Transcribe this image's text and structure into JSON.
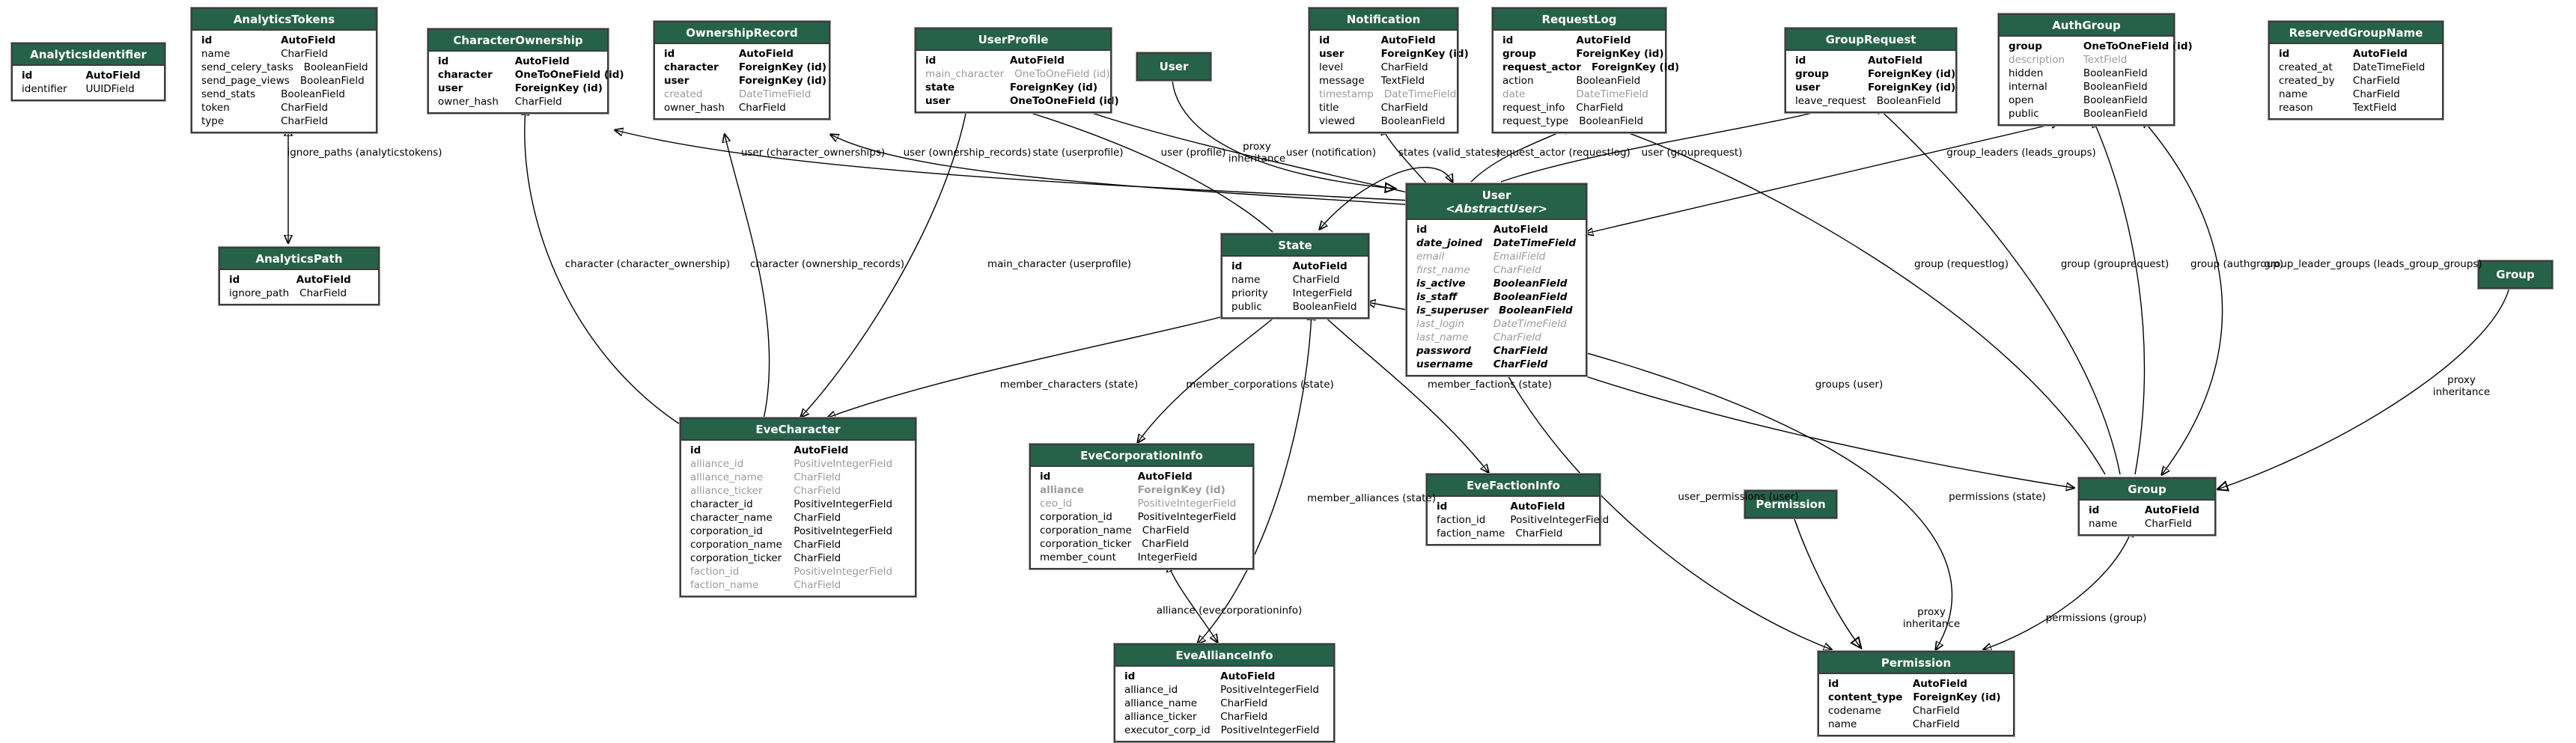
{
  "diagram": {
    "kind": "django-model-graph",
    "colors": {
      "header_bg": "#26614a",
      "header_text": "#ffffff",
      "muted_text": "#9b9b9b",
      "edge": "#000000"
    },
    "tables": [
      {
        "id": "analyticsidentifier",
        "name": "AnalyticsIdentifier",
        "fields": [
          {
            "n": "id",
            "t": "AutoField",
            "s": "bold"
          },
          {
            "n": "identifier",
            "t": "UUIDField",
            "s": "normal"
          }
        ]
      },
      {
        "id": "analyticstokens",
        "name": "AnalyticsTokens",
        "fields": [
          {
            "n": "id",
            "t": "AutoField",
            "s": "bold"
          },
          {
            "n": "name",
            "t": "CharField",
            "s": "normal"
          },
          {
            "n": "send_celery_tasks",
            "t": "BooleanField",
            "s": "normal"
          },
          {
            "n": "send_page_views",
            "t": "BooleanField",
            "s": "normal"
          },
          {
            "n": "send_stats",
            "t": "BooleanField",
            "s": "normal"
          },
          {
            "n": "token",
            "t": "CharField",
            "s": "normal"
          },
          {
            "n": "type",
            "t": "CharField",
            "s": "normal"
          }
        ]
      },
      {
        "id": "characterownership",
        "name": "CharacterOwnership",
        "fields": [
          {
            "n": "id",
            "t": "AutoField",
            "s": "bold"
          },
          {
            "n": "character",
            "t": "OneToOneField (id)",
            "s": "bold"
          },
          {
            "n": "user",
            "t": "ForeignKey (id)",
            "s": "bold"
          },
          {
            "n": "owner_hash",
            "t": "CharField",
            "s": "normal"
          }
        ]
      },
      {
        "id": "ownershiprecord",
        "name": "OwnershipRecord",
        "fields": [
          {
            "n": "id",
            "t": "AutoField",
            "s": "bold"
          },
          {
            "n": "character",
            "t": "ForeignKey (id)",
            "s": "bold"
          },
          {
            "n": "user",
            "t": "ForeignKey (id)",
            "s": "bold"
          },
          {
            "n": "created",
            "t": "DateTimeField",
            "s": "muted"
          },
          {
            "n": "owner_hash",
            "t": "CharField",
            "s": "normal"
          }
        ]
      },
      {
        "id": "userprofile",
        "name": "UserProfile",
        "fields": [
          {
            "n": "id",
            "t": "AutoField",
            "s": "bold"
          },
          {
            "n": "main_character",
            "t": "OneToOneField (id)",
            "s": "muted"
          },
          {
            "n": "state",
            "t": "ForeignKey (id)",
            "s": "bold"
          },
          {
            "n": "user",
            "t": "OneToOneField (id)",
            "s": "bold"
          }
        ]
      },
      {
        "id": "notification",
        "name": "Notification",
        "fields": [
          {
            "n": "id",
            "t": "AutoField",
            "s": "bold"
          },
          {
            "n": "user",
            "t": "ForeignKey (id)",
            "s": "bold"
          },
          {
            "n": "level",
            "t": "CharField",
            "s": "normal"
          },
          {
            "n": "message",
            "t": "TextField",
            "s": "normal"
          },
          {
            "n": "timestamp",
            "t": "DateTimeField",
            "s": "muted"
          },
          {
            "n": "title",
            "t": "CharField",
            "s": "normal"
          },
          {
            "n": "viewed",
            "t": "BooleanField",
            "s": "normal"
          }
        ]
      },
      {
        "id": "requestlog",
        "name": "RequestLog",
        "fields": [
          {
            "n": "id",
            "t": "AutoField",
            "s": "bold"
          },
          {
            "n": "group",
            "t": "ForeignKey (id)",
            "s": "bold"
          },
          {
            "n": "request_actor",
            "t": "ForeignKey (id)",
            "s": "bold"
          },
          {
            "n": "action",
            "t": "BooleanField",
            "s": "normal"
          },
          {
            "n": "date",
            "t": "DateTimeField",
            "s": "muted"
          },
          {
            "n": "request_info",
            "t": "CharField",
            "s": "normal"
          },
          {
            "n": "request_type",
            "t": "BooleanField",
            "s": "normal"
          }
        ]
      },
      {
        "id": "grouprequest",
        "name": "GroupRequest",
        "fields": [
          {
            "n": "id",
            "t": "AutoField",
            "s": "bold"
          },
          {
            "n": "group",
            "t": "ForeignKey (id)",
            "s": "bold"
          },
          {
            "n": "user",
            "t": "ForeignKey (id)",
            "s": "bold"
          },
          {
            "n": "leave_request",
            "t": "BooleanField",
            "s": "normal"
          }
        ]
      },
      {
        "id": "authgroup",
        "name": "AuthGroup",
        "fields": [
          {
            "n": "group",
            "t": "OneToOneField (id)",
            "s": "bold"
          },
          {
            "n": "description",
            "t": "TextField",
            "s": "muted"
          },
          {
            "n": "hidden",
            "t": "BooleanField",
            "s": "normal"
          },
          {
            "n": "internal",
            "t": "BooleanField",
            "s": "normal"
          },
          {
            "n": "open",
            "t": "BooleanField",
            "s": "normal"
          },
          {
            "n": "public",
            "t": "BooleanField",
            "s": "normal"
          }
        ]
      },
      {
        "id": "reservedgroupname",
        "name": "ReservedGroupName",
        "fields": [
          {
            "n": "id",
            "t": "AutoField",
            "s": "bold"
          },
          {
            "n": "created_at",
            "t": "DateTimeField",
            "s": "normal"
          },
          {
            "n": "created_by",
            "t": "CharField",
            "s": "normal"
          },
          {
            "n": "name",
            "t": "CharField",
            "s": "normal"
          },
          {
            "n": "reason",
            "t": "TextField",
            "s": "normal"
          }
        ]
      },
      {
        "id": "analyticspath",
        "name": "AnalyticsPath",
        "fields": [
          {
            "n": "id",
            "t": "AutoField",
            "s": "bold"
          },
          {
            "n": "ignore_path",
            "t": "CharField",
            "s": "normal"
          }
        ]
      },
      {
        "id": "state",
        "name": "State",
        "fields": [
          {
            "n": "id",
            "t": "AutoField",
            "s": "bold"
          },
          {
            "n": "name",
            "t": "CharField",
            "s": "normal"
          },
          {
            "n": "priority",
            "t": "IntegerField",
            "s": "normal"
          },
          {
            "n": "public",
            "t": "BooleanField",
            "s": "normal"
          }
        ]
      },
      {
        "id": "user_abstract",
        "name": "User",
        "subtitle": "<AbstractUser>",
        "fields": [
          {
            "n": "id",
            "t": "AutoField",
            "s": "bold"
          },
          {
            "n": "date_joined",
            "t": "DateTimeField",
            "s": "italic"
          },
          {
            "n": "email",
            "t": "EmailField",
            "s": "italic-muted"
          },
          {
            "n": "first_name",
            "t": "CharField",
            "s": "italic-muted"
          },
          {
            "n": "is_active",
            "t": "BooleanField",
            "s": "italic"
          },
          {
            "n": "is_staff",
            "t": "BooleanField",
            "s": "italic"
          },
          {
            "n": "is_superuser",
            "t": "BooleanField",
            "s": "italic"
          },
          {
            "n": "last_login",
            "t": "DateTimeField",
            "s": "italic-muted"
          },
          {
            "n": "last_name",
            "t": "CharField",
            "s": "italic-muted"
          },
          {
            "n": "password",
            "t": "CharField",
            "s": "italic"
          },
          {
            "n": "username",
            "t": "CharField",
            "s": "italic"
          }
        ]
      },
      {
        "id": "evecharacter",
        "name": "EveCharacter",
        "fields": [
          {
            "n": "id",
            "t": "AutoField",
            "s": "bold"
          },
          {
            "n": "alliance_id",
            "t": "PositiveIntegerField",
            "s": "muted"
          },
          {
            "n": "alliance_name",
            "t": "CharField",
            "s": "muted"
          },
          {
            "n": "alliance_ticker",
            "t": "CharField",
            "s": "muted"
          },
          {
            "n": "character_id",
            "t": "PositiveIntegerField",
            "s": "normal"
          },
          {
            "n": "character_name",
            "t": "CharField",
            "s": "normal"
          },
          {
            "n": "corporation_id",
            "t": "PositiveIntegerField",
            "s": "normal"
          },
          {
            "n": "corporation_name",
            "t": "CharField",
            "s": "normal"
          },
          {
            "n": "corporation_ticker",
            "t": "CharField",
            "s": "normal"
          },
          {
            "n": "faction_id",
            "t": "PositiveIntegerField",
            "s": "muted"
          },
          {
            "n": "faction_name",
            "t": "CharField",
            "s": "muted"
          }
        ]
      },
      {
        "id": "evecorporationinfo",
        "name": "EveCorporationInfo",
        "fields": [
          {
            "n": "id",
            "t": "AutoField",
            "s": "bold"
          },
          {
            "n": "alliance",
            "t": "ForeignKey (id)",
            "s": "muted-bold"
          },
          {
            "n": "ceo_id",
            "t": "PositiveIntegerField",
            "s": "muted"
          },
          {
            "n": "corporation_id",
            "t": "PositiveIntegerField",
            "s": "normal"
          },
          {
            "n": "corporation_name",
            "t": "CharField",
            "s": "normal"
          },
          {
            "n": "corporation_ticker",
            "t": "CharField",
            "s": "normal"
          },
          {
            "n": "member_count",
            "t": "IntegerField",
            "s": "normal"
          }
        ]
      },
      {
        "id": "evefactioninfo",
        "name": "EveFactionInfo",
        "fields": [
          {
            "n": "id",
            "t": "AutoField",
            "s": "bold"
          },
          {
            "n": "faction_id",
            "t": "PositiveIntegerField",
            "s": "normal"
          },
          {
            "n": "faction_name",
            "t": "CharField",
            "s": "normal"
          }
        ]
      },
      {
        "id": "group",
        "name": "Group",
        "fields": [
          {
            "n": "id",
            "t": "AutoField",
            "s": "bold"
          },
          {
            "n": "name",
            "t": "CharField",
            "s": "normal"
          }
        ]
      },
      {
        "id": "eveallianceinfo",
        "name": "EveAllianceInfo",
        "fields": [
          {
            "n": "id",
            "t": "AutoField",
            "s": "bold"
          },
          {
            "n": "alliance_id",
            "t": "PositiveIntegerField",
            "s": "normal"
          },
          {
            "n": "alliance_name",
            "t": "CharField",
            "s": "normal"
          },
          {
            "n": "alliance_ticker",
            "t": "CharField",
            "s": "normal"
          },
          {
            "n": "executor_corp_id",
            "t": "PositiveIntegerField",
            "s": "normal"
          }
        ]
      },
      {
        "id": "permission",
        "name": "Permission",
        "fields": [
          {
            "n": "id",
            "t": "AutoField",
            "s": "bold"
          },
          {
            "n": "content_type",
            "t": "ForeignKey (id)",
            "s": "bold"
          },
          {
            "n": "codename",
            "t": "CharField",
            "s": "normal"
          },
          {
            "n": "name",
            "t": "CharField",
            "s": "normal"
          }
        ]
      }
    ],
    "proxy_models": [
      {
        "id": "proxy_user",
        "name": "User"
      },
      {
        "id": "proxy_permission",
        "name": "Permission"
      },
      {
        "id": "proxy_group",
        "name": "Group"
      }
    ],
    "edge_labels": [
      {
        "id": "lbl_ignore_paths",
        "text": "ignore_paths (analyticstokens)"
      },
      {
        "id": "lbl_user_charownerships",
        "text": "user (character_ownerships)"
      },
      {
        "id": "lbl_user_ownershiprecords",
        "text": "user (ownership_records)"
      },
      {
        "id": "lbl_state_userprofile",
        "text": "state (userprofile)"
      },
      {
        "id": "lbl_user_profile",
        "text": "user (profile)"
      },
      {
        "id": "lbl_proxy_user",
        "text": "proxy\ninheritance"
      },
      {
        "id": "lbl_user_notification",
        "text": "user (notification)"
      },
      {
        "id": "lbl_states_validstates",
        "text": "states (valid_states)"
      },
      {
        "id": "lbl_request_actor",
        "text": "request_actor (requestlog)"
      },
      {
        "id": "lbl_user_grouprequest",
        "text": "user (grouprequest)"
      },
      {
        "id": "lbl_group_leaders",
        "text": "group_leaders (leads_groups)"
      },
      {
        "id": "lbl_character_charownership",
        "text": "character (character_ownership)"
      },
      {
        "id": "lbl_character_ownershiprecords",
        "text": "character (ownership_records)"
      },
      {
        "id": "lbl_main_character",
        "text": "main_character (userprofile)"
      },
      {
        "id": "lbl_group_requestlog",
        "text": "group (requestlog)"
      },
      {
        "id": "lbl_group_grouprequest",
        "text": "group (grouprequest)"
      },
      {
        "id": "lbl_group_authgroup",
        "text": "group (authgroup)"
      },
      {
        "id": "lbl_group_leader_groups",
        "text": "group_leader_groups (leads_group_groups)"
      },
      {
        "id": "lbl_member_characters",
        "text": "member_characters (state)"
      },
      {
        "id": "lbl_member_corporations",
        "text": "member_corporations (state)"
      },
      {
        "id": "lbl_member_factions",
        "text": "member_factions (state)"
      },
      {
        "id": "lbl_groups_user",
        "text": "groups (user)"
      },
      {
        "id": "lbl_proxy_group",
        "text": "proxy\ninheritance"
      },
      {
        "id": "lbl_member_alliances",
        "text": "member_alliances (state)"
      },
      {
        "id": "lbl_user_permissions",
        "text": "user_permissions (user)"
      },
      {
        "id": "lbl_permissions_state",
        "text": "permissions (state)"
      },
      {
        "id": "lbl_alliance_evecorp",
        "text": "alliance (evecorporationinfo)"
      },
      {
        "id": "lbl_proxy_permission",
        "text": "proxy\ninheritance"
      },
      {
        "id": "lbl_permissions_group",
        "text": "permissions (group)"
      }
    ]
  }
}
